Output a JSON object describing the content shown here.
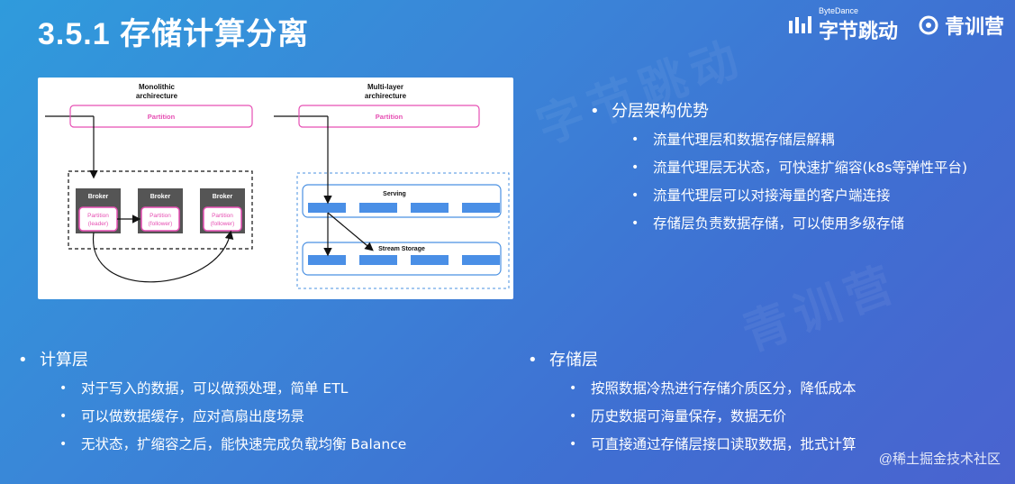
{
  "title": "3.5.1 存储计算分离",
  "logos": {
    "bytedance_small": "ByteDance",
    "bytedance_main": "字节跳动",
    "camp": "青训营"
  },
  "diagram": {
    "left_title_line1": "Monolithic",
    "left_title_line2": "archirecture",
    "right_title_line1": "Multi-layer",
    "right_title_line2": "archirecture",
    "partition": "Partition",
    "broker": "Broker",
    "partition_leader_1": "Partition",
    "partition_leader_2": "(leader)",
    "partition_follower_1": "Partition",
    "partition_follower_2": "(follower)",
    "serving": "Serving",
    "stream_storage": "Stream Storage"
  },
  "advantages": {
    "heading": "分层架构优势",
    "items": [
      "流量代理层和数据存储层解耦",
      "流量代理层无状态，可快速扩缩容(k8s等弹性平台)",
      "流量代理层可以对接海量的客户端连接",
      "存储层负责数据存储，可以使用多级存储"
    ]
  },
  "compute_layer": {
    "heading": "计算层",
    "items": [
      "对于写入的数据，可以做预处理，简单 ETL",
      "可以做数据缓存，应对高扇出度场景",
      "无状态，扩缩容之后，能快速完成负载均衡 Balance"
    ]
  },
  "storage_layer": {
    "heading": "存储层",
    "items": [
      "按照数据冷热进行存储介质区分，降低成本",
      "历史数据可海量保存，数据无价",
      "可直接通过存储层接口读取数据，批式计算"
    ]
  },
  "footer_watermark": "@稀土掘金技术社区",
  "colors": {
    "partition_pink": "#e64fb3",
    "broker_gray": "#555555",
    "serving_blue": "#4a90e2",
    "block_blue": "#4a8fe6"
  }
}
